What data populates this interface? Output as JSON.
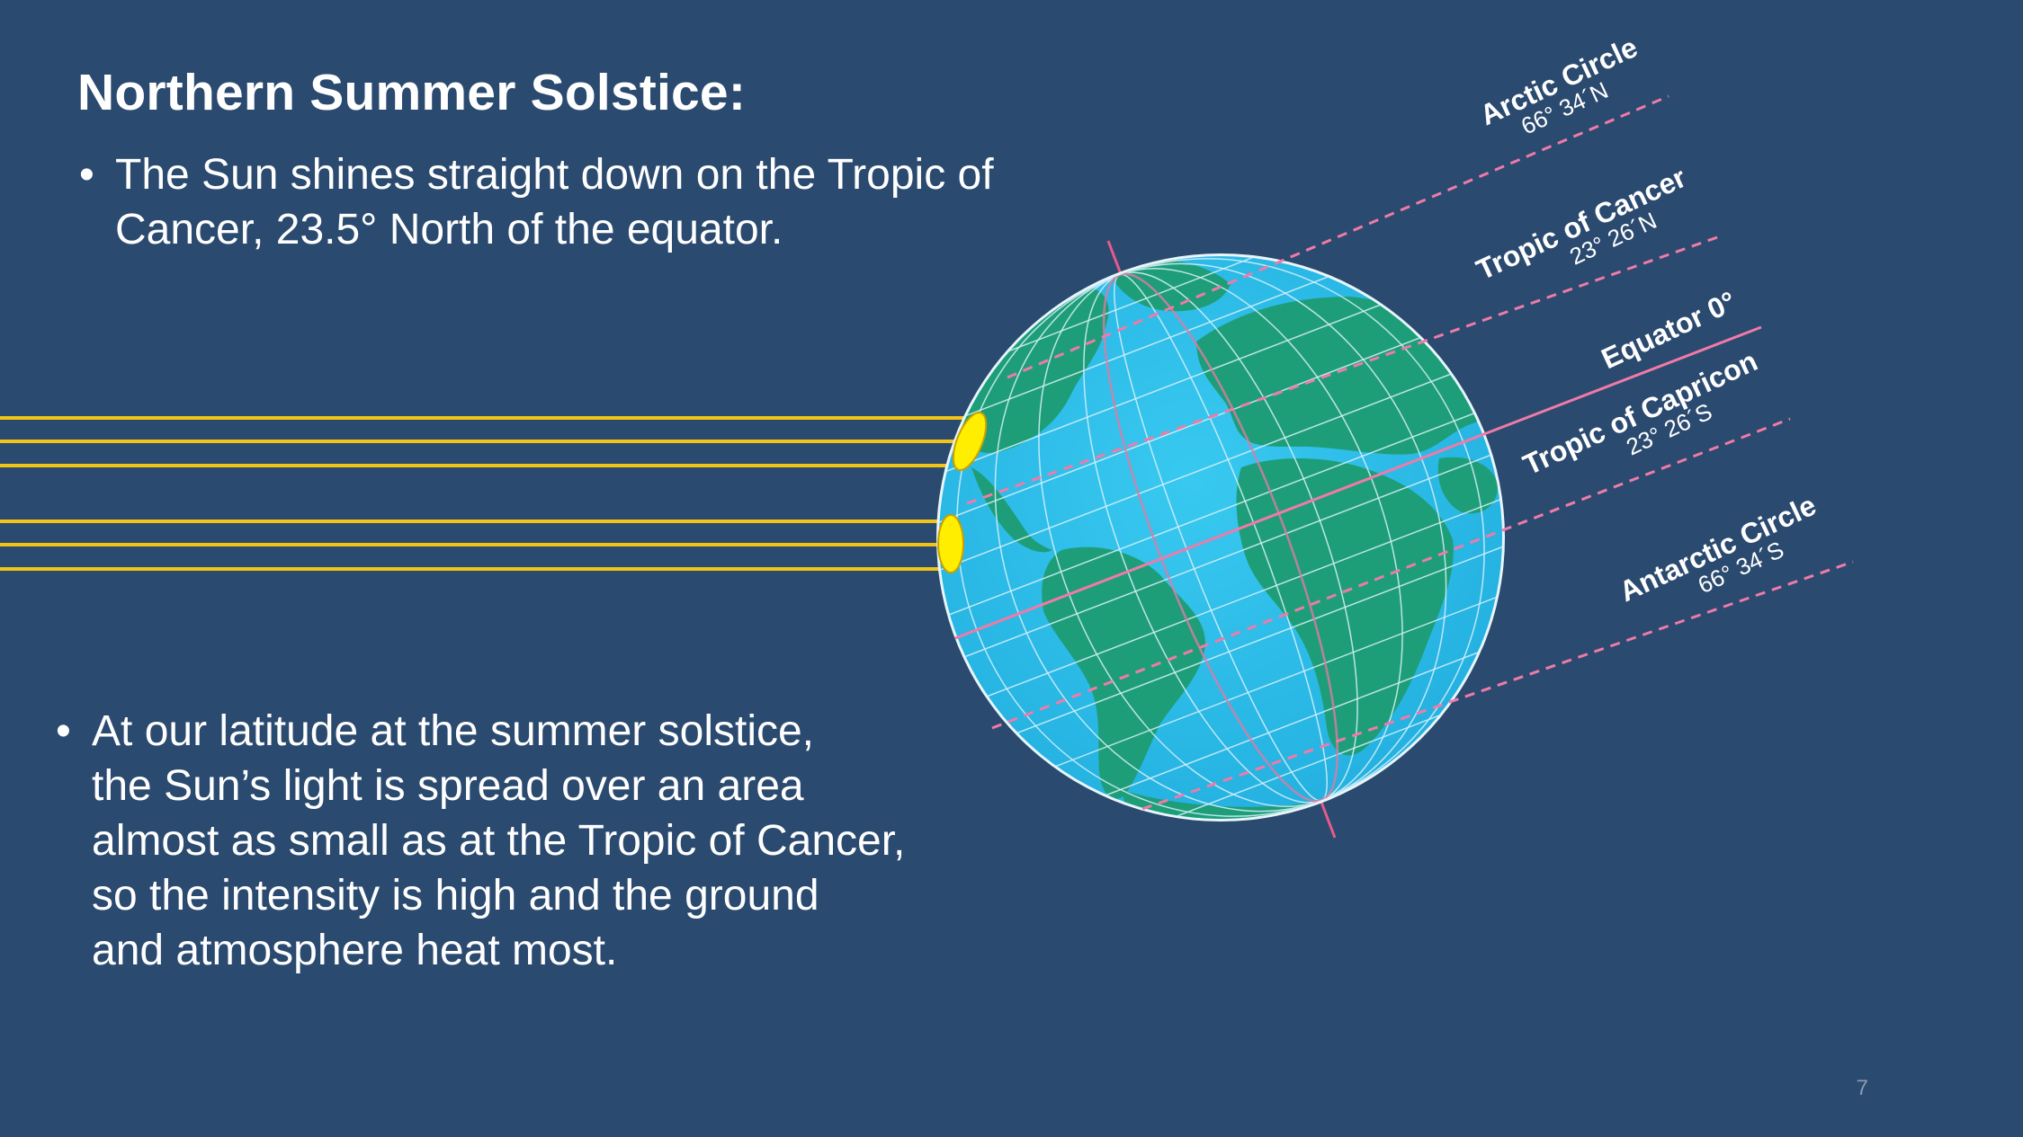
{
  "slide": {
    "title": "Northern Summer Solstice:",
    "bullet_char": "•",
    "bullet1": "The Sun shines straight down on the Tropic of Cancer, 23.5° North of the equator.",
    "bullet2_lines": [
      "At our latitude at the summer solstice,",
      "the Sun’s light is spread over an area",
      "almost as small as at the Tropic of Cancer,",
      "so the intensity is high and the ground",
      "and atmosphere heat most."
    ],
    "page_number": "7"
  },
  "diagram": {
    "labels": {
      "arctic": {
        "name": "Arctic Circle",
        "coord": "66° 34´N"
      },
      "cancer": {
        "name": "Tropic of Cancer",
        "coord": "23° 26´N"
      },
      "equator": {
        "name": "Equator 0°"
      },
      "capricorn": {
        "name": "Tropic of Capricon",
        "coord": "23° 26´S"
      },
      "antarctic": {
        "name": "Antarctic Circle",
        "coord": "66° 34´S"
      }
    },
    "colors": {
      "background": "#2b4a6f",
      "ocean": "#2fc0ea",
      "land": "#1e9e78",
      "sun_rays": "#f2c417",
      "sun_spot": "#ffee00",
      "latitude_lines": "#f07aa8",
      "axis": "#e75a8a"
    }
  }
}
